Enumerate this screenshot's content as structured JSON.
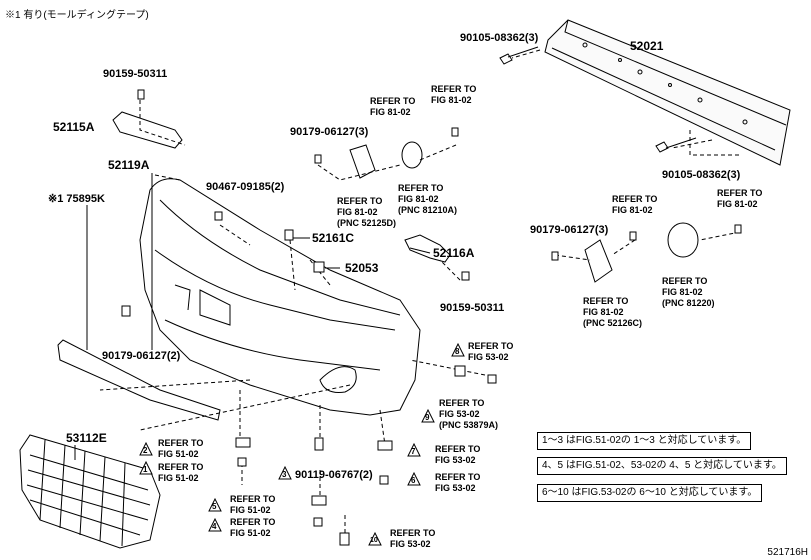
{
  "header_note": "※1 有り(モールディングテープ)",
  "corner_code": "521716H",
  "parts": {
    "p52021": "52021",
    "p90105_top": "90105-08362(3)",
    "p90105_bottom": "90105-08362(3)",
    "p90159_top": "90159-50311",
    "p52115A": "52115A",
    "p52119A": "52119A",
    "p75895K": "※1 75895K",
    "p90467": "90467-09185(2)",
    "p90179_top": "90179-06127(3)",
    "p52161C": "52161C",
    "p52053": "52053",
    "p52116A": "52116A",
    "p90159_mid": "90159-50311",
    "p90179_right": "90179-06127(3)",
    "p90179_left": "90179-06127(2)",
    "p53112E": "53112E",
    "p90119": "90119-06767(2)"
  },
  "refs": {
    "r1": "REFER TO\nFIG 81-02",
    "r2": "REFER TO\nFIG 81-02",
    "r3": "REFER TO\nFIG 81-02\n(PNC 52125D)",
    "r4": "REFER TO\nFIG 81-02\n(PNC 81210A)",
    "r5": "REFER TO\nFIG 81-02",
    "r6": "REFER TO\nFIG 81-02",
    "r7": "REFER TO\nFIG 81-02\n(PNC 52126C)",
    "r8": "REFER TO\nFIG 81-02\n(PNC 81220)",
    "r9": "REFER TO\nFIG 53-02",
    "r10": "REFER TO\nFIG 53-02\n(PNC 53879A)",
    "r11": "REFER TO\nFIG 51-02",
    "r12": "REFER TO\nFIG 51-02",
    "r13": "REFER TO\nFIG 53-02",
    "r14": "REFER TO\nFIG 53-02",
    "r15": "REFER TO\nFIG 51-02",
    "r16": "REFER TO\nFIG 51-02",
    "r17": "REFER TO\nFIG 53-02"
  },
  "markers": {
    "m8": "8",
    "m9": "9",
    "m2": "2",
    "m1": "1",
    "m3": "3",
    "m7": "7",
    "m6": "6",
    "m5": "5",
    "m4": "4",
    "m10": "10"
  },
  "notes": {
    "n1": "1～3 はFIG.51-02の 1～3 と対応しています。",
    "n2": "4、5 はFIG.51-02、53-02の 4、5 と対応しています。",
    "n3": "6～10 はFIG.53-02の 6～10 と対応しています。"
  }
}
